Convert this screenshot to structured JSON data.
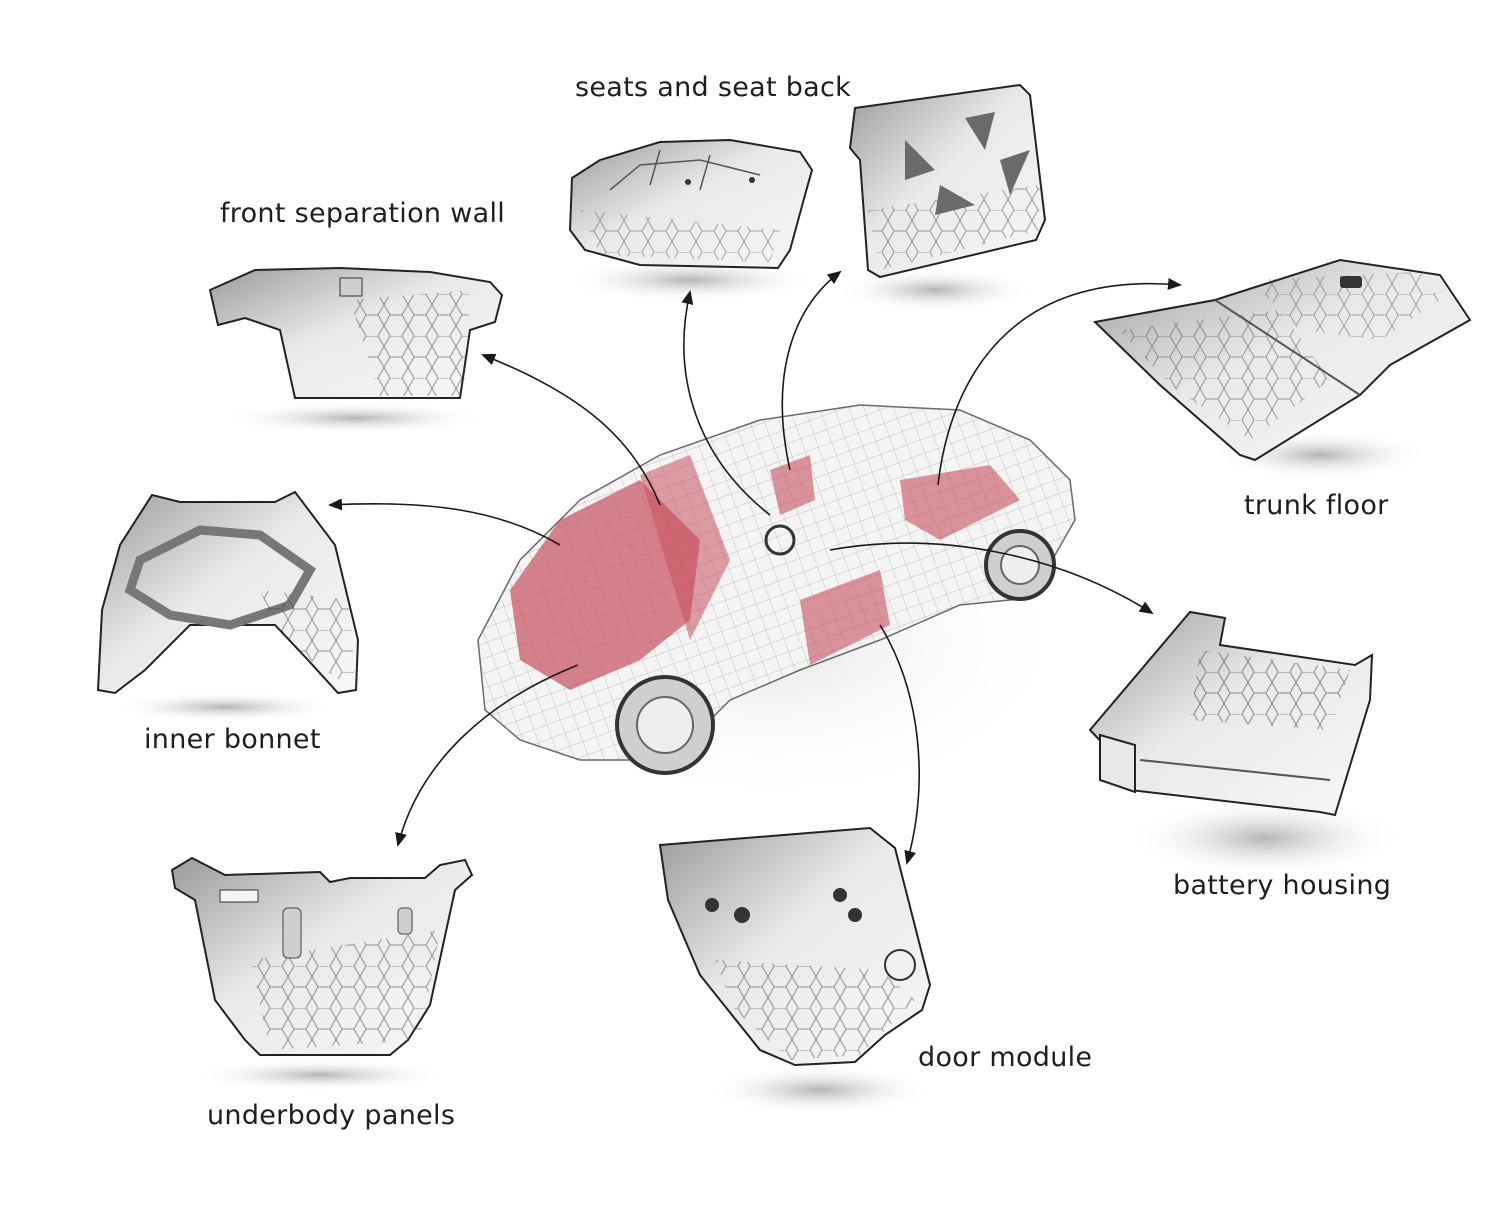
{
  "labels": {
    "seats": "seats and seat back",
    "front_wall": "front separation wall",
    "trunk_floor": "trunk floor",
    "inner_bonnet": "inner bonnet",
    "battery_housing": "battery housing",
    "door_module": "door module",
    "underbody_panels": "underbody panels"
  },
  "colors": {
    "highlight": "#c8505e",
    "part_fill": "#d9d9d9",
    "outline": "#222222",
    "arrow": "#1a1a1a"
  }
}
